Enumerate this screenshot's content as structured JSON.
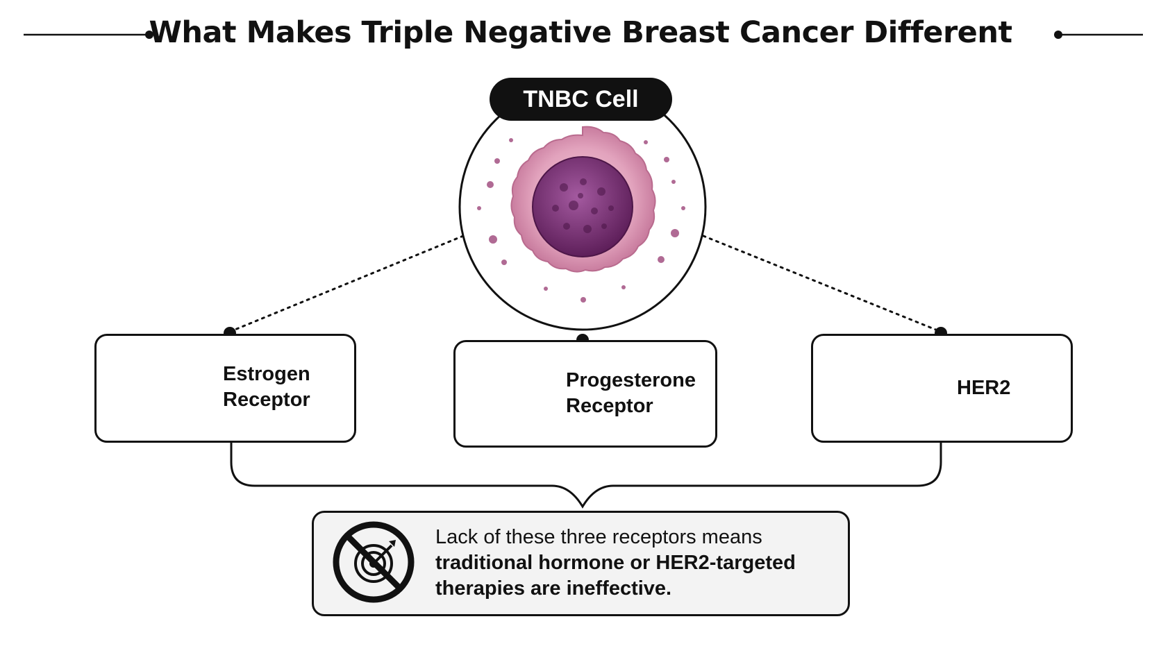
{
  "title": "What Makes Triple Negative Breast Cancer Different",
  "cell": {
    "label": "TNBC Cell"
  },
  "receptors": [
    {
      "line1": "Estrogen",
      "line2": "Receptor",
      "icon": "receptor-crossed-icon",
      "status": "absent"
    },
    {
      "line1": "Progesterone",
      "line2": "Receptor",
      "icon": "receptor-crossed-icon",
      "status": "absent"
    },
    {
      "line1": "HER2",
      "line2": "",
      "icon": "her2-crossed-icon",
      "status": "absent"
    }
  ],
  "summary": {
    "line1": "Lack of these three receptors means",
    "line2": "traditional hormone or HER2-targeted",
    "line3": "therapies are ineffective.",
    "icon": "no-target-icon"
  },
  "colors": {
    "receptor_purple": "#9a6fc1",
    "her2_teal": "#4f9c98",
    "cross_red": "#e3262c",
    "cell_pink": "#dc9bb6",
    "nucleus_purple": "#7d3479"
  }
}
